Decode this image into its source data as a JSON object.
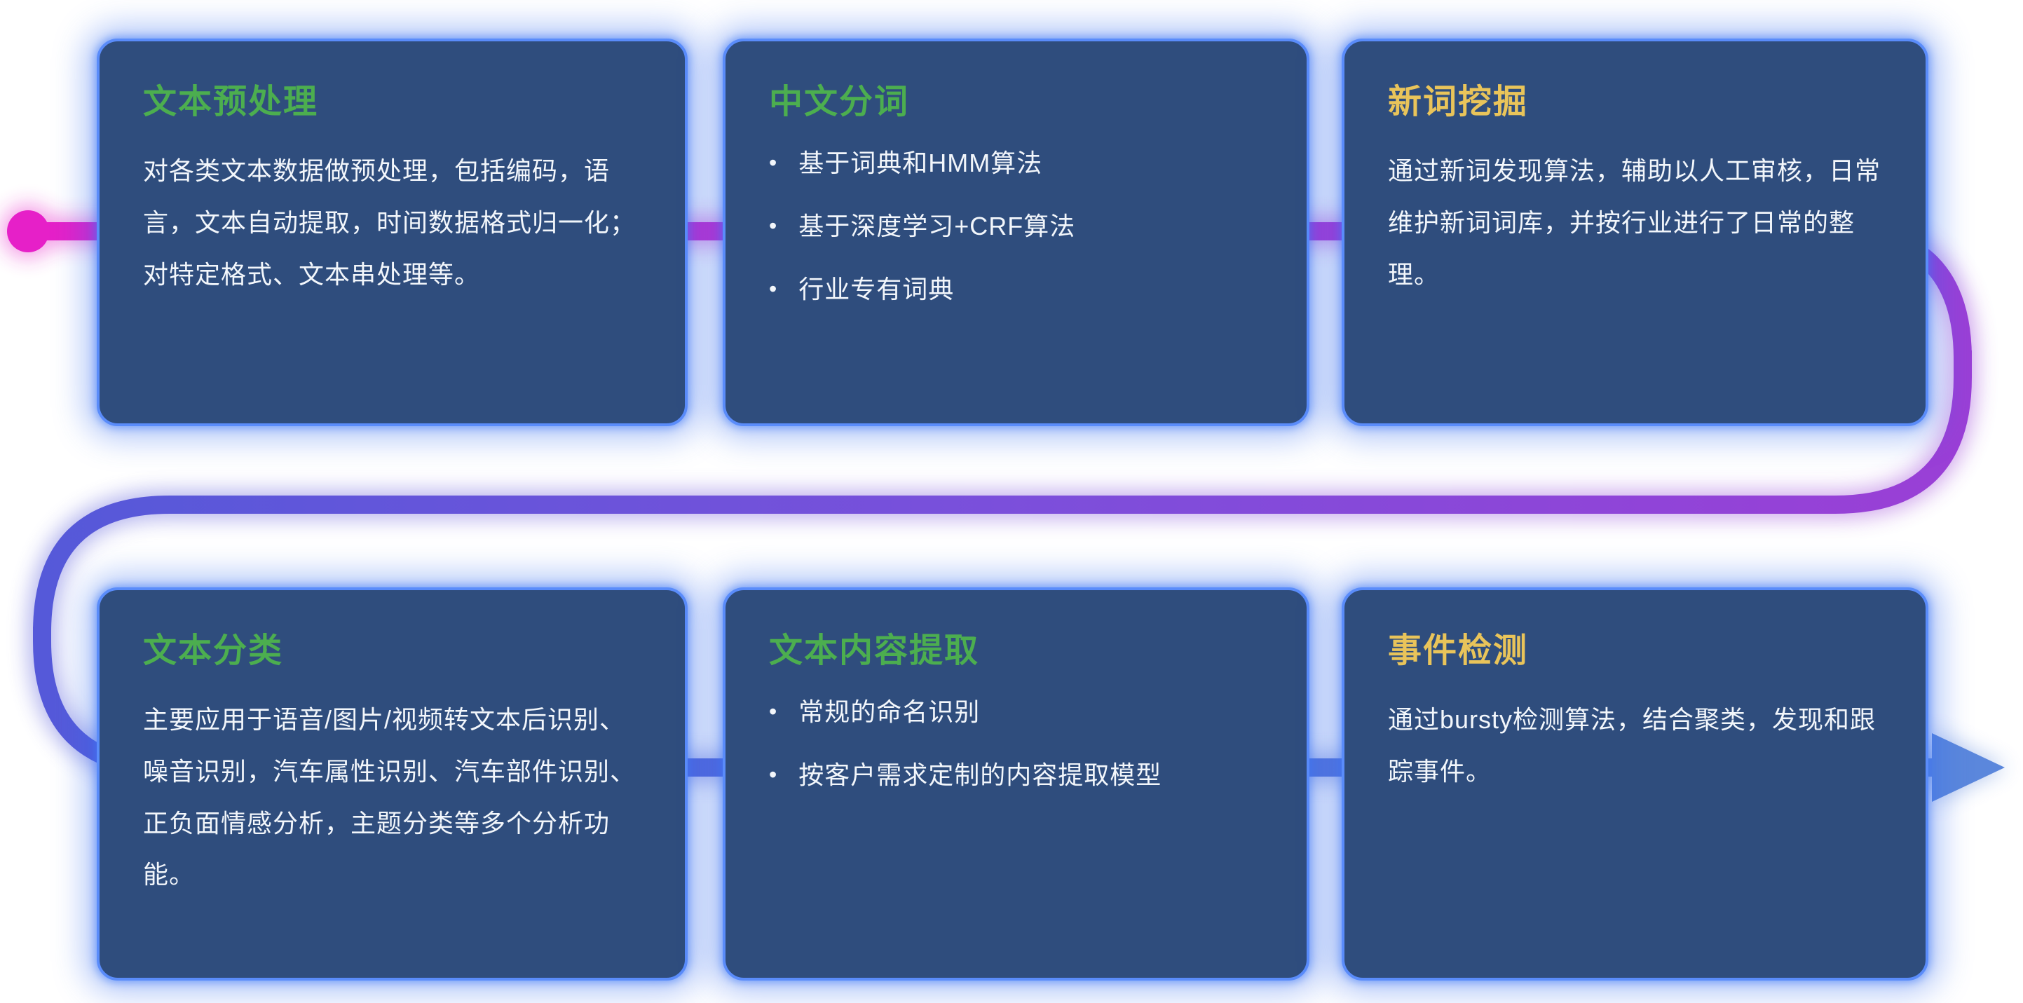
{
  "ui": {
    "bullet_char": "•",
    "background": "#ffffff"
  },
  "pipeline": {
    "colors": {
      "magenta": "#e620c8",
      "magenta_purple": "#c32ed0",
      "purple": "#9a3fd6",
      "violet": "#7b4fdb",
      "blue_violet": "#5559d9",
      "blue": "#5b87dc"
    }
  },
  "card_style": {
    "background": "#2f4d7d",
    "border": "#5a8cfa",
    "text": "#f2f6fb",
    "green": "#4cae4f",
    "yellow": "#e9c45a"
  },
  "cards": [
    {
      "id": "text-preprocessing",
      "title": "文本预处理",
      "title_color": "#4cae4f",
      "body": "对各类文本数据做预处理，包括编码，语言，文本自动提取，时间数据格式归一化；对特定格式、文本串处理等。"
    },
    {
      "id": "chinese-word-segmentation",
      "title": "中文分词",
      "title_color": "#4cae4f",
      "bullets": [
        "基于词典和HMM算法",
        "基于深度学习+CRF算法",
        "行业专有词典"
      ]
    },
    {
      "id": "new-word-mining",
      "title": "新词挖掘",
      "title_color": "#e9c45a",
      "body": "通过新词发现算法，辅助以人工审核，日常维护新词词库，并按行业进行了日常的整理。"
    },
    {
      "id": "text-classification",
      "title": "文本分类",
      "title_color": "#4cae4f",
      "body": "主要应用于语音/图片/视频转文本后识别、噪音识别，汽车属性识别、汽车部件识别、正负面情感分析，主题分类等多个分析功能。"
    },
    {
      "id": "text-content-extraction",
      "title": "文本内容提取",
      "title_color": "#4cae4f",
      "bullets": [
        "常规的命名识别",
        "按客户需求定制的内容提取模型"
      ]
    },
    {
      "id": "event-detection",
      "title": "事件检测",
      "title_color": "#e9c45a",
      "body": "通过bursty检测算法，结合聚类，发现和跟踪事件。"
    }
  ]
}
